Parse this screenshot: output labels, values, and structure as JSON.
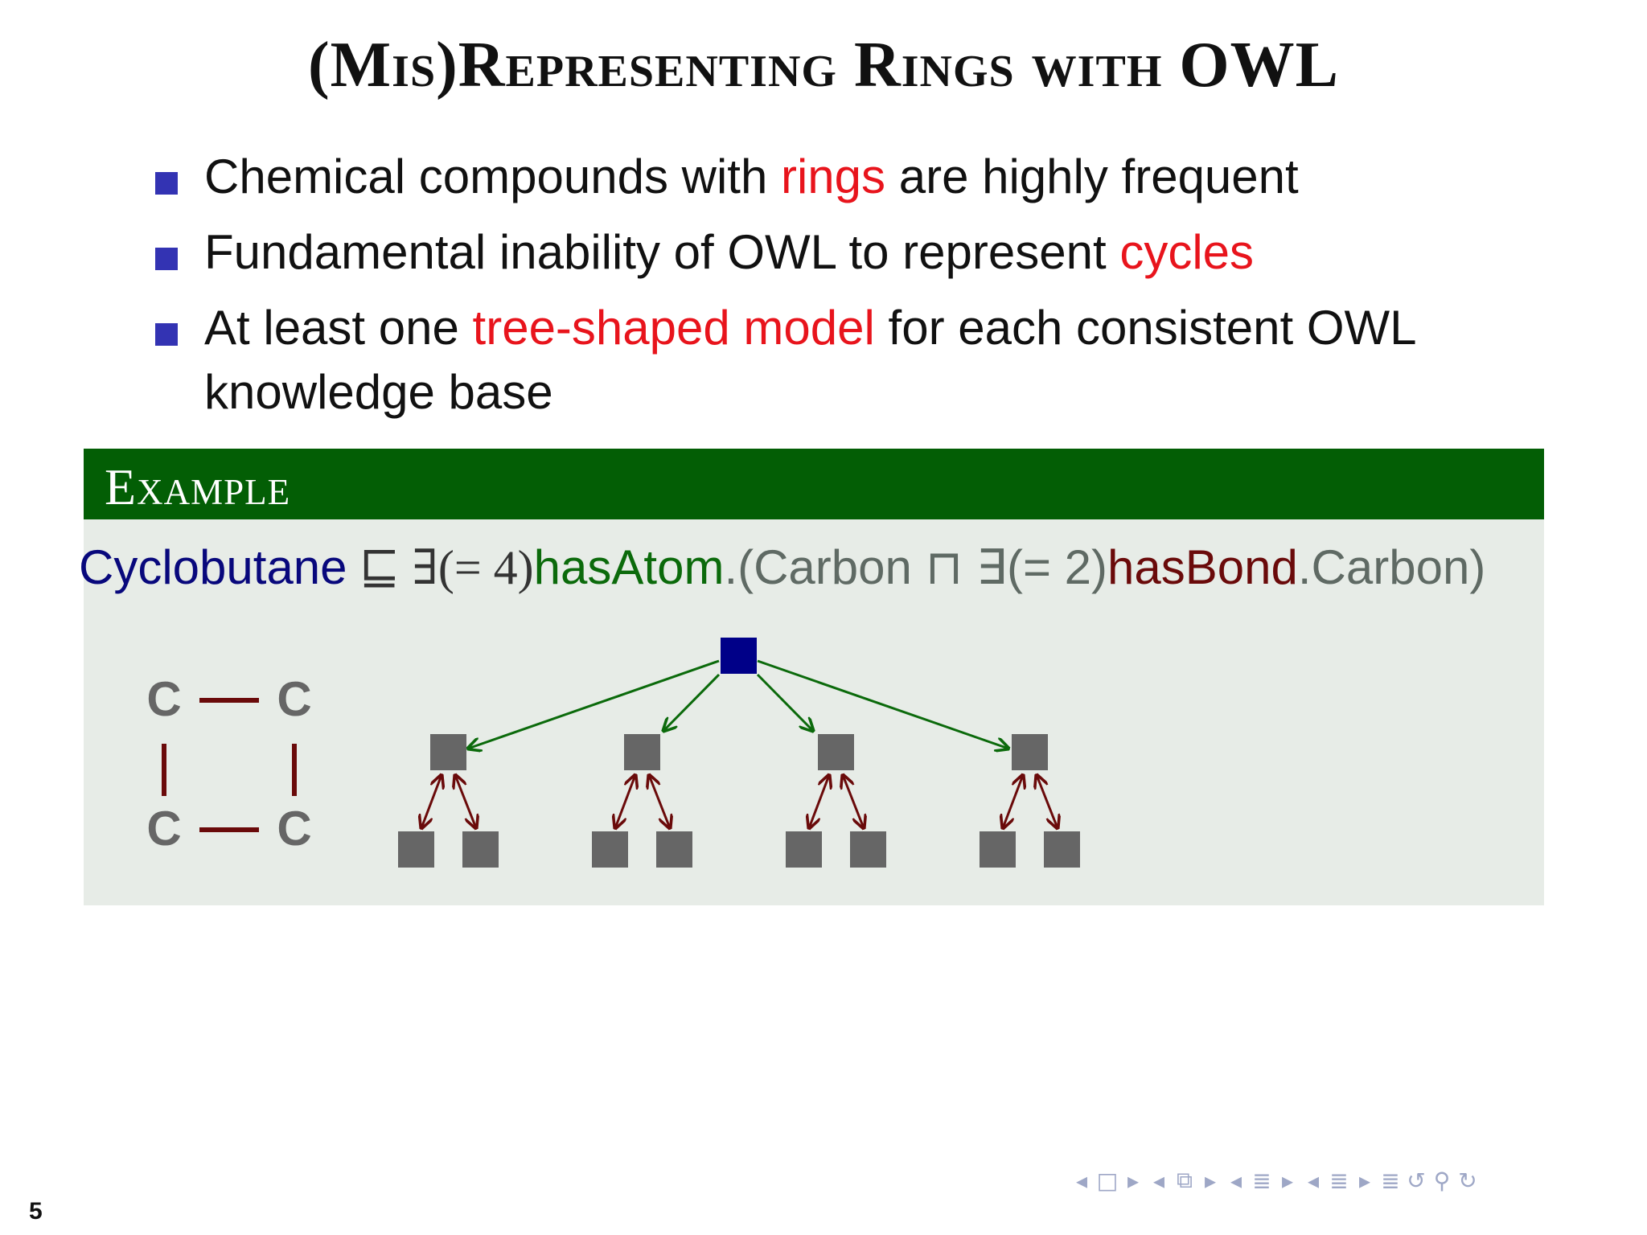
{
  "slide": {
    "title": "(Mis)Representing Rings with OWL",
    "bullets": [
      {
        "before": "Chemical compounds with ",
        "highlight": "rings",
        "after": " are highly frequent"
      },
      {
        "before": "Fundamental inability of OWL to represent ",
        "highlight": "cycles",
        "after": ""
      },
      {
        "before": "At least one ",
        "highlight": "tree-shaped model",
        "after": " for each consistent OWL knowledge base"
      }
    ],
    "example": {
      "header": "Example",
      "formula": {
        "subject": "Cyclobutane",
        "subsumes": " ⊑ ∃(= 4)",
        "role1": "hasAtom",
        "mid1": ".(Carbon ⊓ ∃(= 2)",
        "role2": "hasBond",
        "end": ".Carbon)"
      },
      "ring_atoms": [
        "C",
        "C",
        "C",
        "C"
      ]
    },
    "page_number": "5",
    "nav_icons": [
      "◂",
      "□",
      "▸",
      "◂",
      "⧉",
      "▸",
      "◂",
      "≣",
      "▸",
      "◂",
      "≣",
      "▸",
      "≣",
      "↺",
      "⚲",
      "↻"
    ]
  },
  "colors": {
    "header_green": "#035e05",
    "panel_bg": "#e7ece7",
    "highlight_red": "#e8141c",
    "bullet_blue": "#3333b3",
    "root_node": "#000088",
    "atom_node": "#666666",
    "has_atom_arrow": "#0b6a0b",
    "has_bond_arrow": "#6a0a0a"
  }
}
